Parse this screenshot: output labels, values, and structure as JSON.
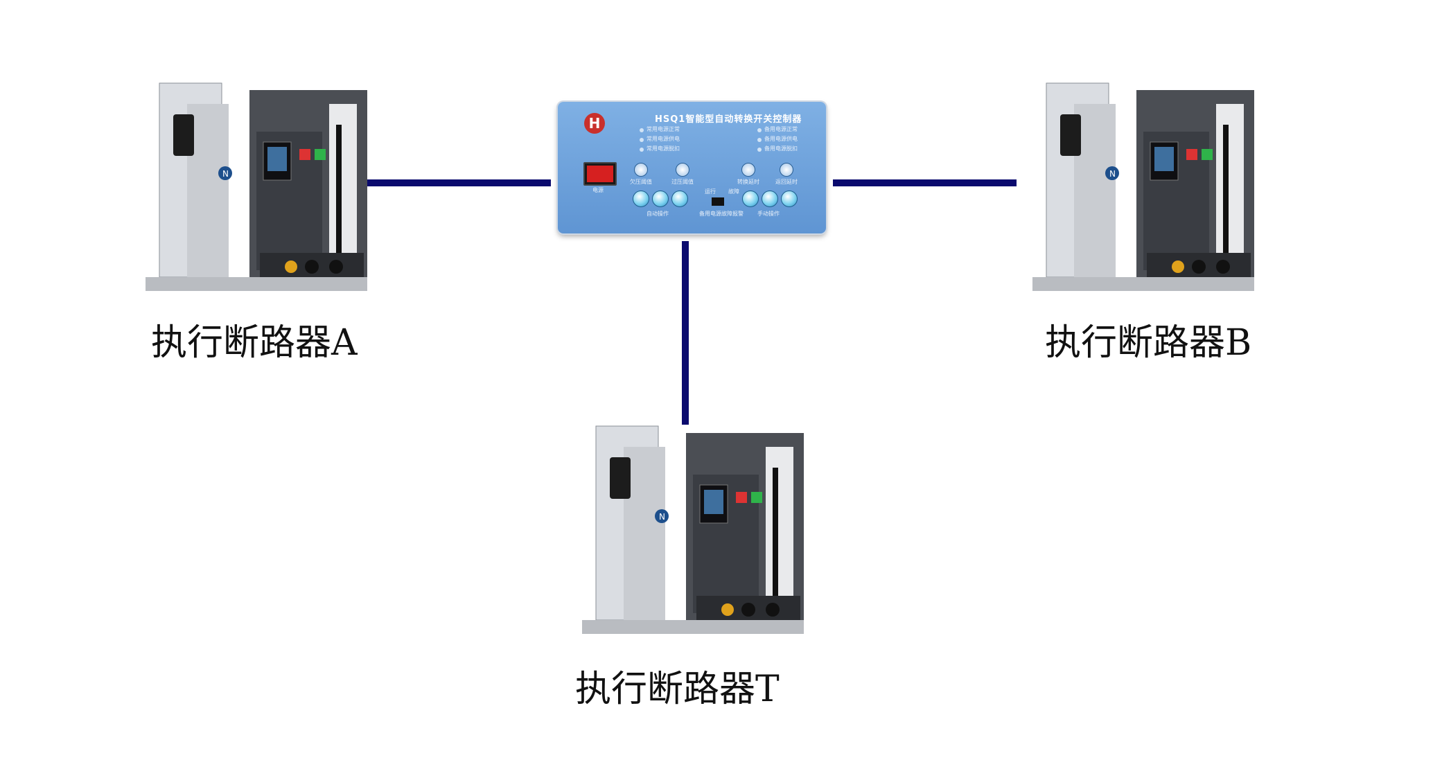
{
  "diagram": {
    "breakers": [
      {
        "label": "执行断路器A"
      },
      {
        "label": "执行断路器B"
      },
      {
        "label": "执行断路器T"
      }
    ],
    "controller": {
      "title": "HSQ1智能型自动转换开关控制器",
      "logo_text": "H",
      "power_label": "电源",
      "status_left": [
        "常用电源正常",
        "常用电源供电",
        "常用电源脱扣"
      ],
      "status_right": [
        "备用电源正常",
        "备用电源供电",
        "备用电源脱扣"
      ],
      "knobs": [
        "欠压阈值",
        "过压阈值",
        "转换延时",
        "返回延时"
      ],
      "auto_group": "自动操作",
      "manual_group": "手动操作",
      "mid_labels": [
        "运行",
        "故障"
      ],
      "mid_caption": "备用电源故障报警"
    },
    "colors": {
      "link": "#0a0a6e",
      "panel": "#6fa3dc",
      "switch": "#d62020"
    }
  }
}
